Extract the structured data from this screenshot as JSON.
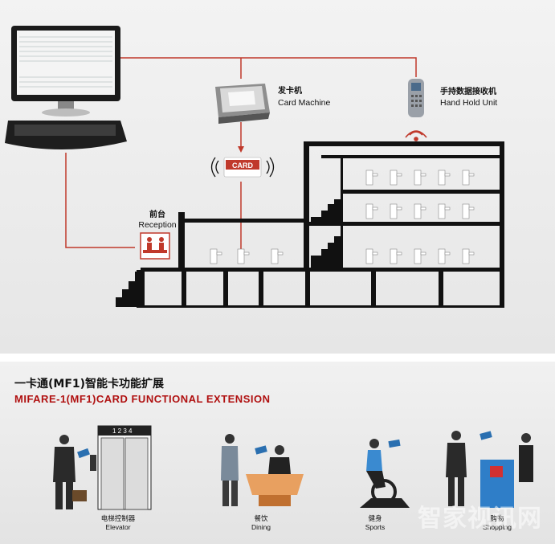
{
  "diagram": {
    "card_machine": {
      "cn": "发卡机",
      "en": "Card Machine"
    },
    "hand_hold_unit": {
      "cn": "手持数据接收机",
      "en": "Hand Hold Unit"
    },
    "card_label": "CARD",
    "reception": {
      "cn": "前台",
      "en": "Reception"
    }
  },
  "extension": {
    "title_cn": "一卡通(MF1)智能卡功能扩展",
    "title_en": "MIFARE-1(MF1)CARD FUNCTIONAL EXTENSION",
    "elevator_display": "1 2 3 4",
    "items": [
      {
        "cn": "电梯控制器",
        "en": "Elevator"
      },
      {
        "cn": "餐饮",
        "en": "Dining"
      },
      {
        "cn": "健身",
        "en": "Sports"
      },
      {
        "cn": "购物",
        "en": "Shopping"
      }
    ]
  },
  "watermark": "智家视讯网",
  "colors": {
    "connector": "#c0392b",
    "title_en": "#b01010",
    "building": "#111111"
  }
}
